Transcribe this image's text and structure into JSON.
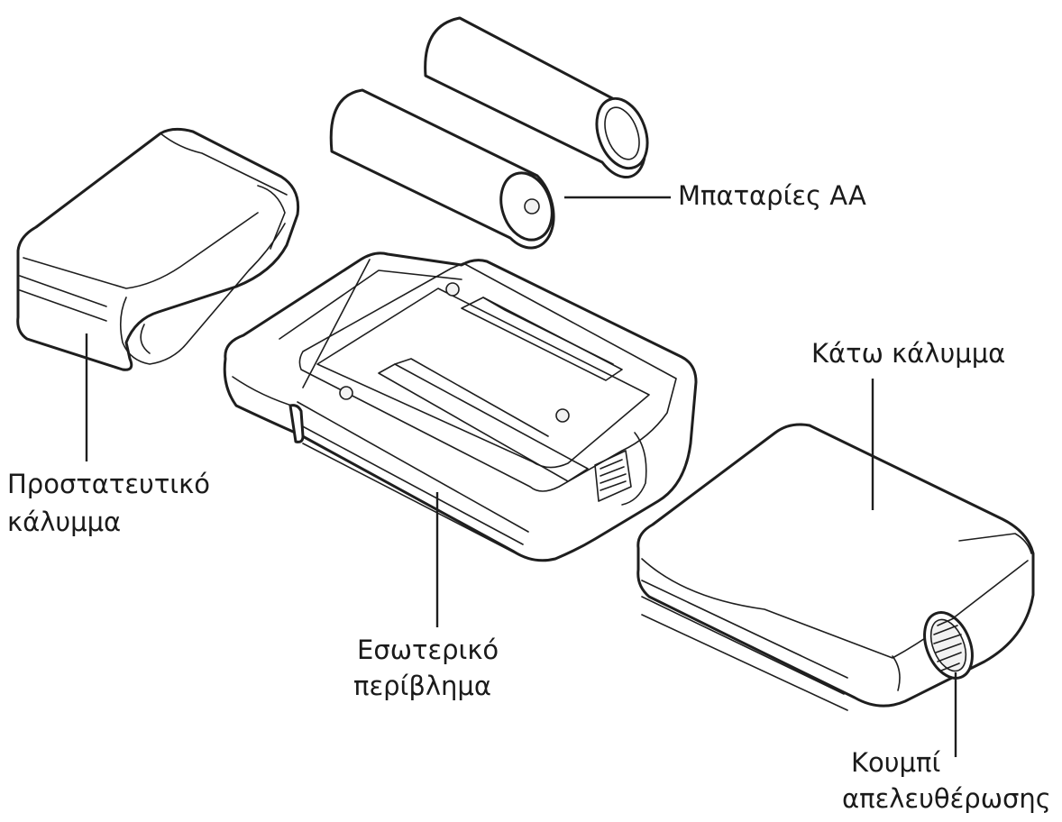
{
  "labels": {
    "batteries": "Μπαταρίες AA",
    "protective_cover_line1": "Προστατευτικό",
    "protective_cover_line2": "κάλυμμα",
    "bottom_cover": "Κάτω κάλυμμα",
    "inner_housing_line1": "Εσωτερικό",
    "inner_housing_line2": "περίβλημα",
    "release_button_line1": "Κουμπί",
    "release_button_line2": "απελευθέρωσης"
  }
}
